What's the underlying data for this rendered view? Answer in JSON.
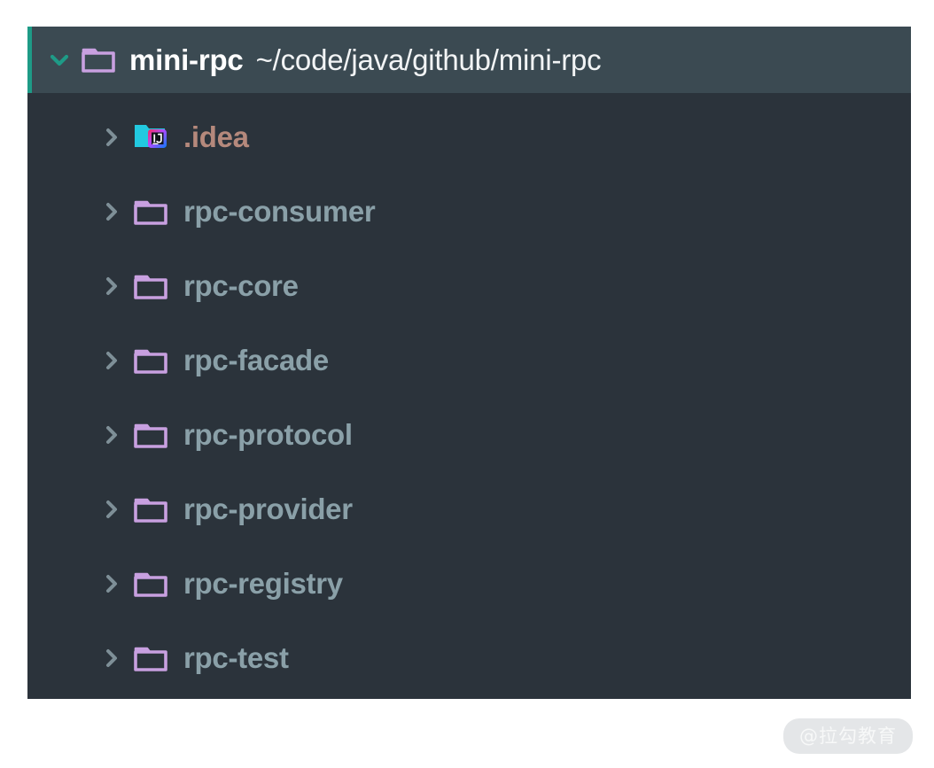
{
  "panel": {
    "background_color": "#2b333b",
    "selected_row_color": "#3b4a52",
    "selection_accent_color": "#1e9b87"
  },
  "header": {
    "chevron_icon": "chevron-down-icon",
    "chevron_color": "#1e9b87",
    "folder_icon": "folder-icon",
    "folder_color": "#c8a0e0",
    "title": "mini-rpc",
    "path": "~/code/java/github/mini-rpc",
    "expanded": true
  },
  "tree": {
    "default_label_color": "#8aa0a8",
    "excluded_label_color": "#b5897c",
    "items": [
      {
        "label": ".idea",
        "icon": "intellij-idea-folder-icon",
        "chevron_icon": "chevron-right-icon",
        "expanded": false,
        "style": "excluded"
      },
      {
        "label": "rpc-consumer",
        "icon": "folder-icon",
        "chevron_icon": "chevron-right-icon",
        "expanded": false,
        "style": "module"
      },
      {
        "label": "rpc-core",
        "icon": "folder-icon",
        "chevron_icon": "chevron-right-icon",
        "expanded": false,
        "style": "module"
      },
      {
        "label": "rpc-facade",
        "icon": "folder-icon",
        "chevron_icon": "chevron-right-icon",
        "expanded": false,
        "style": "module"
      },
      {
        "label": "rpc-protocol",
        "icon": "folder-icon",
        "chevron_icon": "chevron-right-icon",
        "expanded": false,
        "style": "module"
      },
      {
        "label": "rpc-provider",
        "icon": "folder-icon",
        "chevron_icon": "chevron-right-icon",
        "expanded": false,
        "style": "module"
      },
      {
        "label": "rpc-registry",
        "icon": "folder-icon",
        "chevron_icon": "chevron-right-icon",
        "expanded": false,
        "style": "module"
      },
      {
        "label": "rpc-test",
        "icon": "folder-icon",
        "chevron_icon": "chevron-right-icon",
        "expanded": false,
        "style": "module"
      }
    ]
  },
  "watermark": {
    "text": "@拉勾教育"
  }
}
